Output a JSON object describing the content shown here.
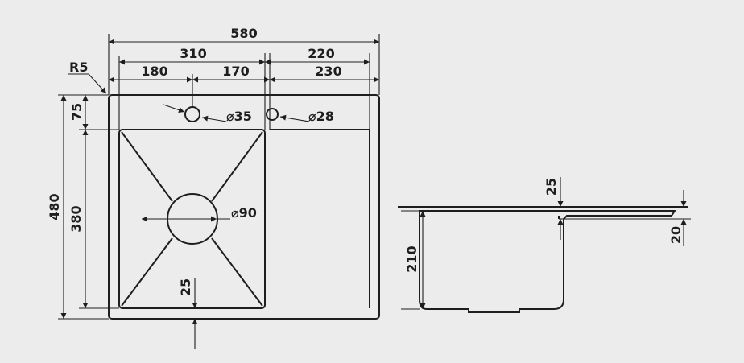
{
  "colors": {
    "background": "#ececec",
    "ink": "#1e1e1e"
  },
  "top_view": {
    "overall_width": "580",
    "to_faucet_hole": "310",
    "faucet_to_right": "220",
    "bowl_to_hole_center": "180",
    "hole_to_faucet": "170",
    "drainboard_width": "230",
    "corner_radius": "R5",
    "overall_depth": "480",
    "bowl_depth": "380",
    "back_ledge": "75",
    "hole_35": "⌀35",
    "hole_28": "⌀28",
    "drain_90": "⌀90",
    "front_ledge": "25"
  },
  "side_view": {
    "bowl_height": "210",
    "rim_thickness": "25",
    "drainboard_depth": "20"
  }
}
